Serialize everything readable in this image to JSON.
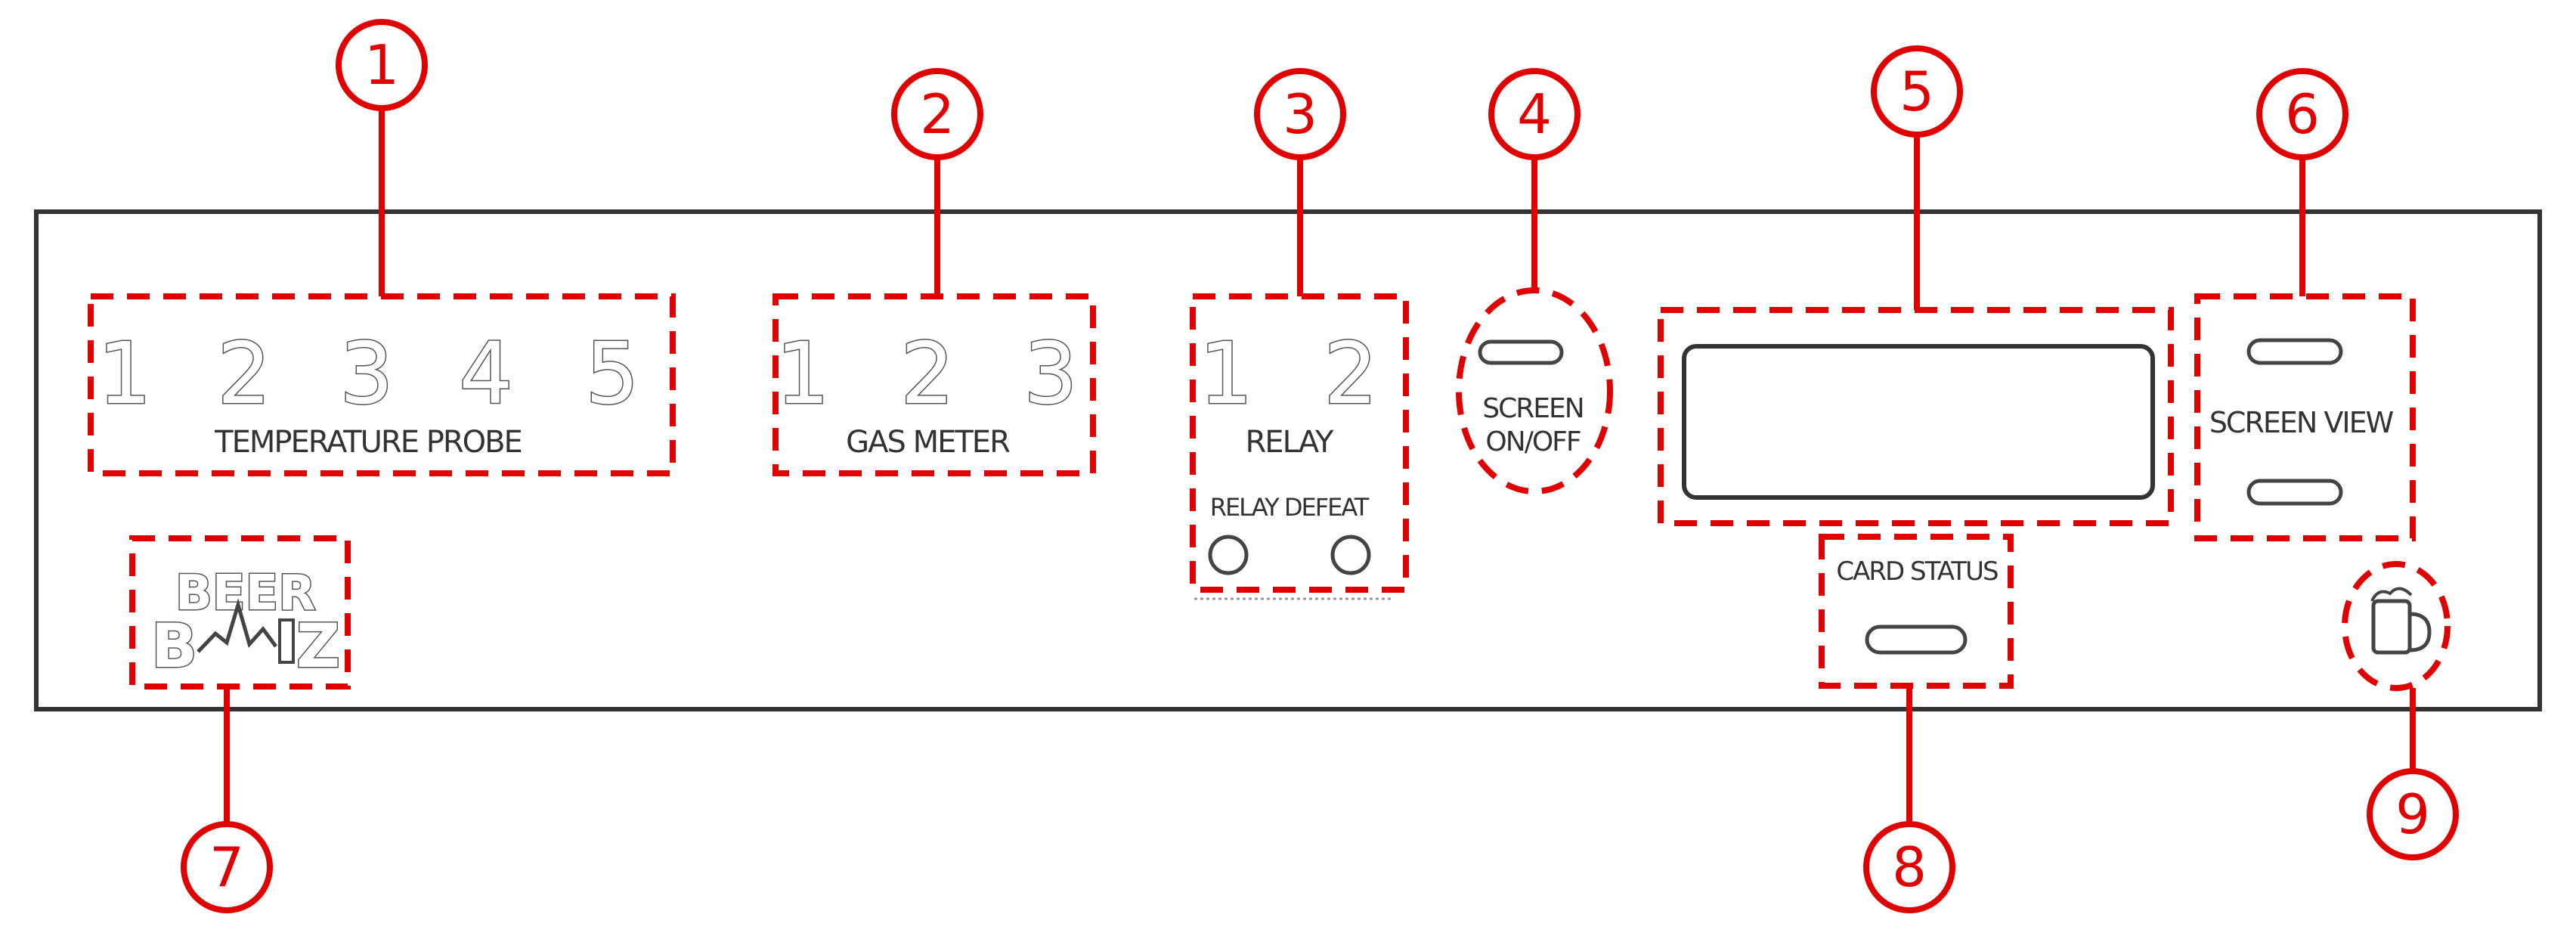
{
  "colors": {
    "accent": "#e00000",
    "line": "#444444",
    "panel_stroke": "#333333"
  },
  "panel": {
    "temperature_probe": {
      "numbers": [
        "1",
        "2",
        "3",
        "4",
        "5"
      ],
      "label": "TEMPERATURE PROBE"
    },
    "gas_meter": {
      "numbers": [
        "1",
        "2",
        "3"
      ],
      "label": "GAS METER"
    },
    "relay": {
      "numbers": [
        "1",
        "2"
      ],
      "label": "RELAY",
      "defeat_label": "RELAY DEFEAT"
    },
    "screen_power": {
      "label_line1": "SCREEN",
      "label_line2": "ON/OFF"
    },
    "screen_view": {
      "label": "SCREEN VIEW"
    },
    "card_status": {
      "label": "CARD STATUS"
    },
    "logo": {
      "line1": "BEER",
      "line2_left": "B",
      "line2_right": "Z"
    },
    "mug_icon": "beer-mug-icon"
  },
  "callouts": [
    "1",
    "2",
    "3",
    "4",
    "5",
    "6",
    "7",
    "8",
    "9"
  ]
}
